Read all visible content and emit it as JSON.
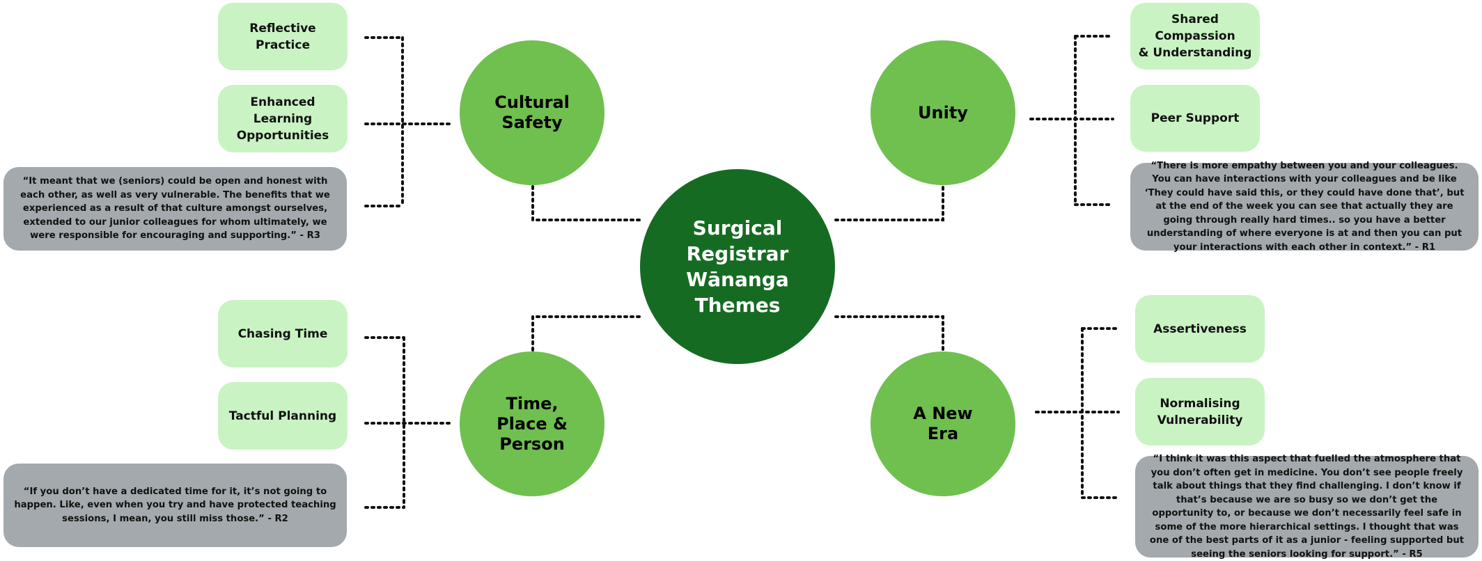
{
  "center": {
    "label": "Surgical\nRegistrar\nWānanga\nThemes"
  },
  "themes": {
    "cultural_safety": {
      "label": "Cultural\nSafety",
      "subthemes": [
        "Reflective Practice",
        "Enhanced Learning\nOpportunities"
      ],
      "quote": "“It meant that we (seniors) could be open and honest with each other, as well as very vulnerable. The benefits that we experienced as a result of that culture amongst ourselves, extended to our junior colleagues for whom ultimately, we were responsible for encouraging and supporting.” - R3"
    },
    "unity": {
      "label": "Unity",
      "subthemes": [
        "Shared Compassion\n& Understanding",
        "Peer Support"
      ],
      "quote": "“There is more empathy between you and your colleagues. You can have interactions with your colleagues and be like ‘They could have said this, or they could have done that’, but at the end of the week you can see that actually they are going through really hard times.. so you have a better understanding of where everyone is at and then you can put your interactions with each other in context.” - R1"
    },
    "time_place_person": {
      "label": "Time,\nPlace &\nPerson",
      "subthemes": [
        "Chasing Time",
        "Tactful Planning"
      ],
      "quote": "“If you don’t have a dedicated time for it, it’s not going to happen. Like, even when you try and have protected teaching sessions, I mean, you still miss those.” - R2"
    },
    "new_era": {
      "label": "A New\nEra",
      "subthemes": [
        "Assertiveness",
        "Normalising\nVulnerability"
      ],
      "quote": "“I think it was this aspect that fuelled the atmosphere that you don’t often get in medicine. You don’t see people freely talk about things that they find challenging. I don’t know if that’s because we are so busy so we don’t get the opportunity to, or because we don’t necessarily feel safe in some of the more hierarchical settings. I thought that was one of the best parts of it as a junior - feeling supported but seeing the seniors looking for support.” - R5"
    }
  },
  "colors": {
    "center_fill": "#166b23",
    "theme_fill": "#70c050",
    "subtheme_fill": "#c9f3c3",
    "quote_fill": "#a3a9ac",
    "connector": "#111111"
  }
}
